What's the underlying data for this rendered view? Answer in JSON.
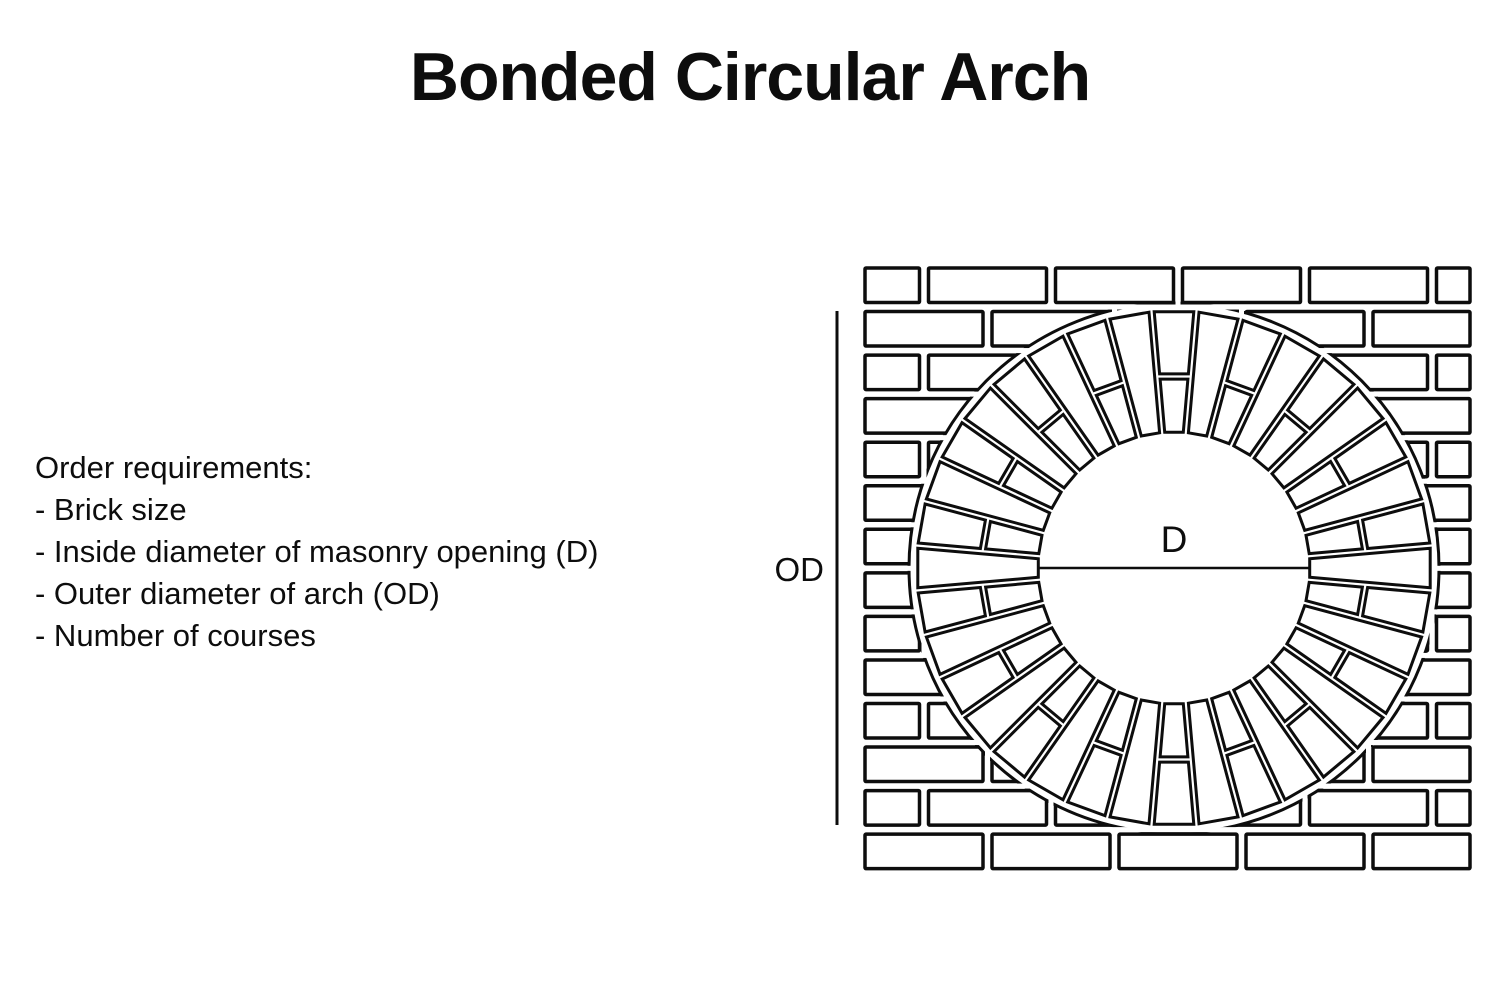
{
  "title": "Bonded Circular Arch",
  "requirements": {
    "heading": "Order requirements:",
    "items": [
      "- Brick size",
      "- Inside diameter of masonry opening (D)",
      "- Outer diameter of arch (OD)",
      "- Number of courses"
    ]
  },
  "diagram": {
    "inner_diameter_label": "D",
    "outer_diameter_label": "OD"
  },
  "colors": {
    "ink": "#0d0d0d",
    "background": "#ffffff",
    "brick_fill": "#ffffff"
  }
}
